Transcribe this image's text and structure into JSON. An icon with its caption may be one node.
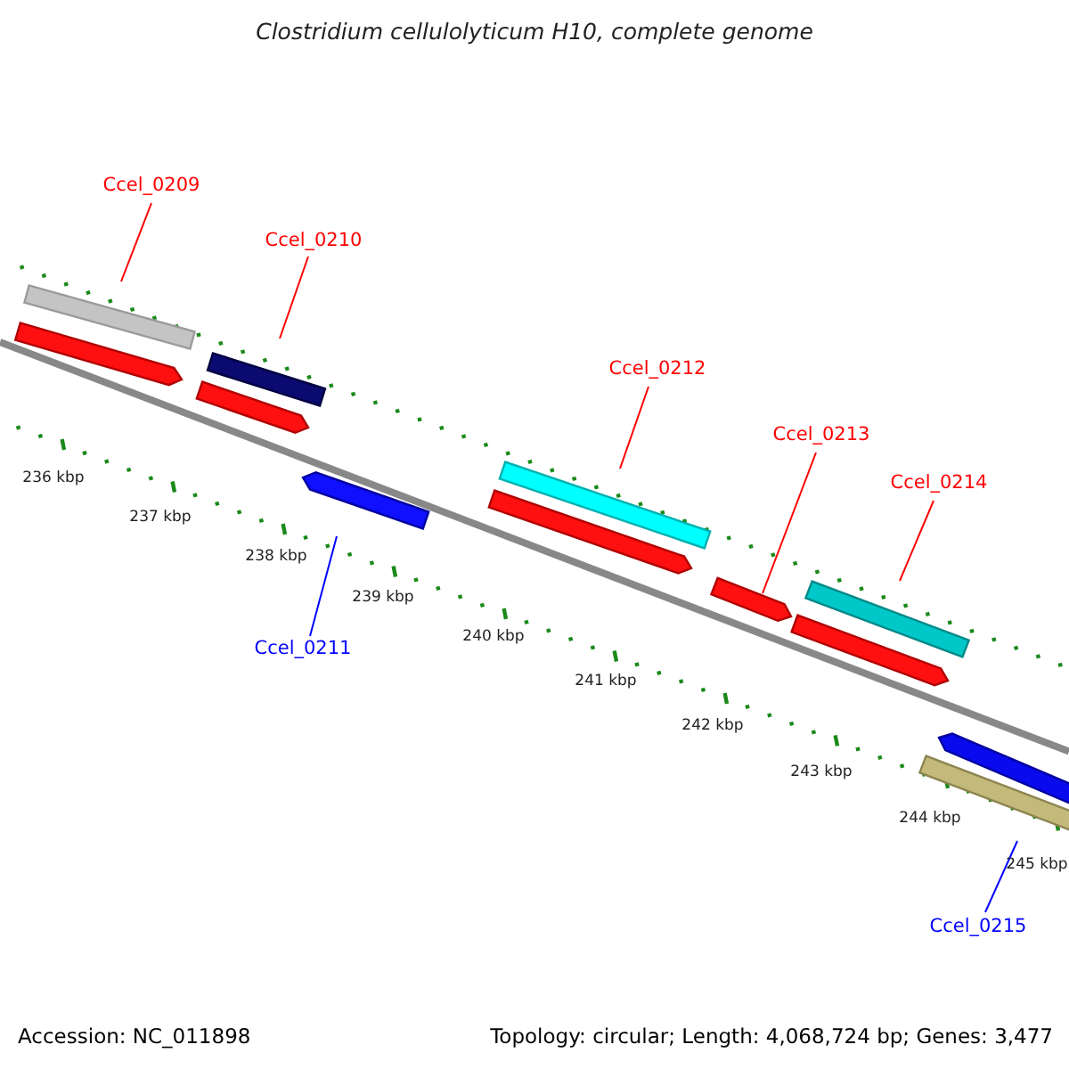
{
  "diagram": {
    "title": "Clostridium cellulolyticum H10, complete genome",
    "nodes": [
      {
        "text": [
          "Ccel_0209"
        ]
      },
      {
        "text": [],
        "shape": "bar"
      },
      {
        "text": [],
        "shape": "bar"
      },
      {
        "text": [
          "Ccel_0210"
        ]
      },
      {
        "text": [],
        "shape": "bar"
      },
      {
        "text": [],
        "shape": "bar"
      },
      {
        "text": [
          "Ccel_0211"
        ]
      },
      {
        "text": [],
        "shape": "bar"
      },
      {
        "text": [
          "Ccel_0212"
        ]
      },
      {
        "text": [],
        "shape": "bar"
      },
      {
        "text": [],
        "shape": "bar"
      },
      {
        "text": [
          "Ccel_0213"
        ]
      },
      {
        "text": [],
        "shape": "bar"
      },
      {
        "text": [
          "Ccel_0214"
        ]
      },
      {
        "text": [],
        "shape": "bar"
      },
      {
        "text": [],
        "shape": "bar"
      },
      {
        "text": [
          "Ccel_0215"
        ]
      },
      {
        "text": [],
        "shape": "bar"
      },
      {
        "text": [],
        "shape": "bar"
      }
    ],
    "edges": [
      {
        "from": 0,
        "to": 1,
        "arrow": "none"
      },
      {
        "from": 3,
        "to": 4,
        "arrow": "none"
      },
      {
        "from": 6,
        "to": 7,
        "arrow": "none",
        "color": "#0000ff"
      },
      {
        "from": 8,
        "to": 9,
        "arrow": "none"
      },
      {
        "from": 11,
        "to": 12,
        "arrow": "none"
      },
      {
        "from": 13,
        "to": 14,
        "arrow": "none"
      },
      {
        "from": 16,
        "to": 18,
        "arrow": "none",
        "color": "#0000ff"
      }
    ],
    "labels": [
      "236 kbp",
      "237 kbp",
      "238 kbp",
      "239 kbp",
      "240 kbp",
      "241 kbp",
      "242 kbp",
      "243 kbp",
      "244 kbp",
      "245 kbp",
      "Accession: NC_011898",
      "Topology: circular; Length: 4,068,724 bp; Genes: 3,477"
    ]
  }
}
